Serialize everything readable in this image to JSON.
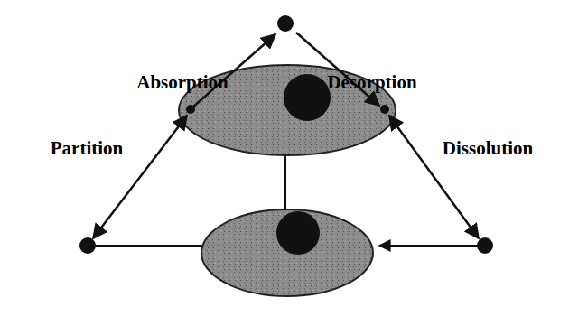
{
  "diagram": {
    "labels": [
      "Absorption",
      "Désorption",
      "Partition",
      "Dissolution"
    ]
  }
}
